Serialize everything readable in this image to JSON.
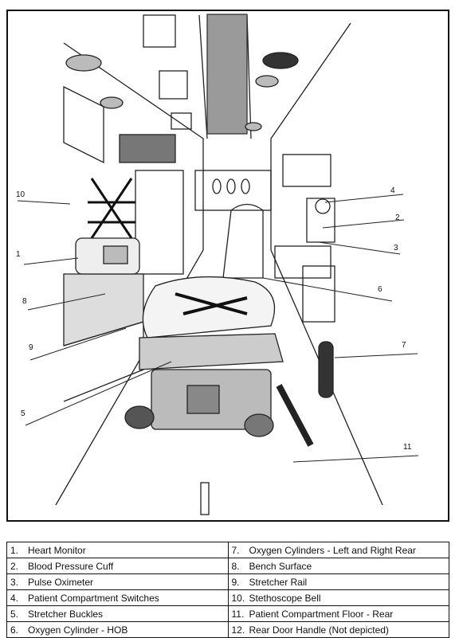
{
  "legend": {
    "left": [
      {
        "num": "1.",
        "text": "Heart Monitor"
      },
      {
        "num": "2.",
        "text": "Blood Pressure Cuff"
      },
      {
        "num": "3.",
        "text": "Pulse Oximeter"
      },
      {
        "num": "4.",
        "text": "Patient Compartment Switches"
      },
      {
        "num": "5.",
        "text": "Stretcher Buckles"
      },
      {
        "num": "6.",
        "text": "Oxygen Cylinder - HOB"
      }
    ],
    "right": [
      {
        "num": "7.",
        "text": "Oxygen Cylinders - Left and Right Rear"
      },
      {
        "num": "8.",
        "text": "Bench Surface"
      },
      {
        "num": "9.",
        "text": "Stretcher Rail"
      },
      {
        "num": "10.",
        "text": "Stethoscope Bell"
      },
      {
        "num": "11.",
        "text": "Patient Compartment Floor - Rear"
      },
      {
        "num": "12.",
        "text": "Rear Door Handle (Not depicted)"
      }
    ]
  },
  "callouts": {
    "c1": "1",
    "c2": "2",
    "c3": "3",
    "c4": "4",
    "c5": "5",
    "c6": "6",
    "c7": "7",
    "c8": "8",
    "c9": "9",
    "c10": "10",
    "c11": "11"
  }
}
